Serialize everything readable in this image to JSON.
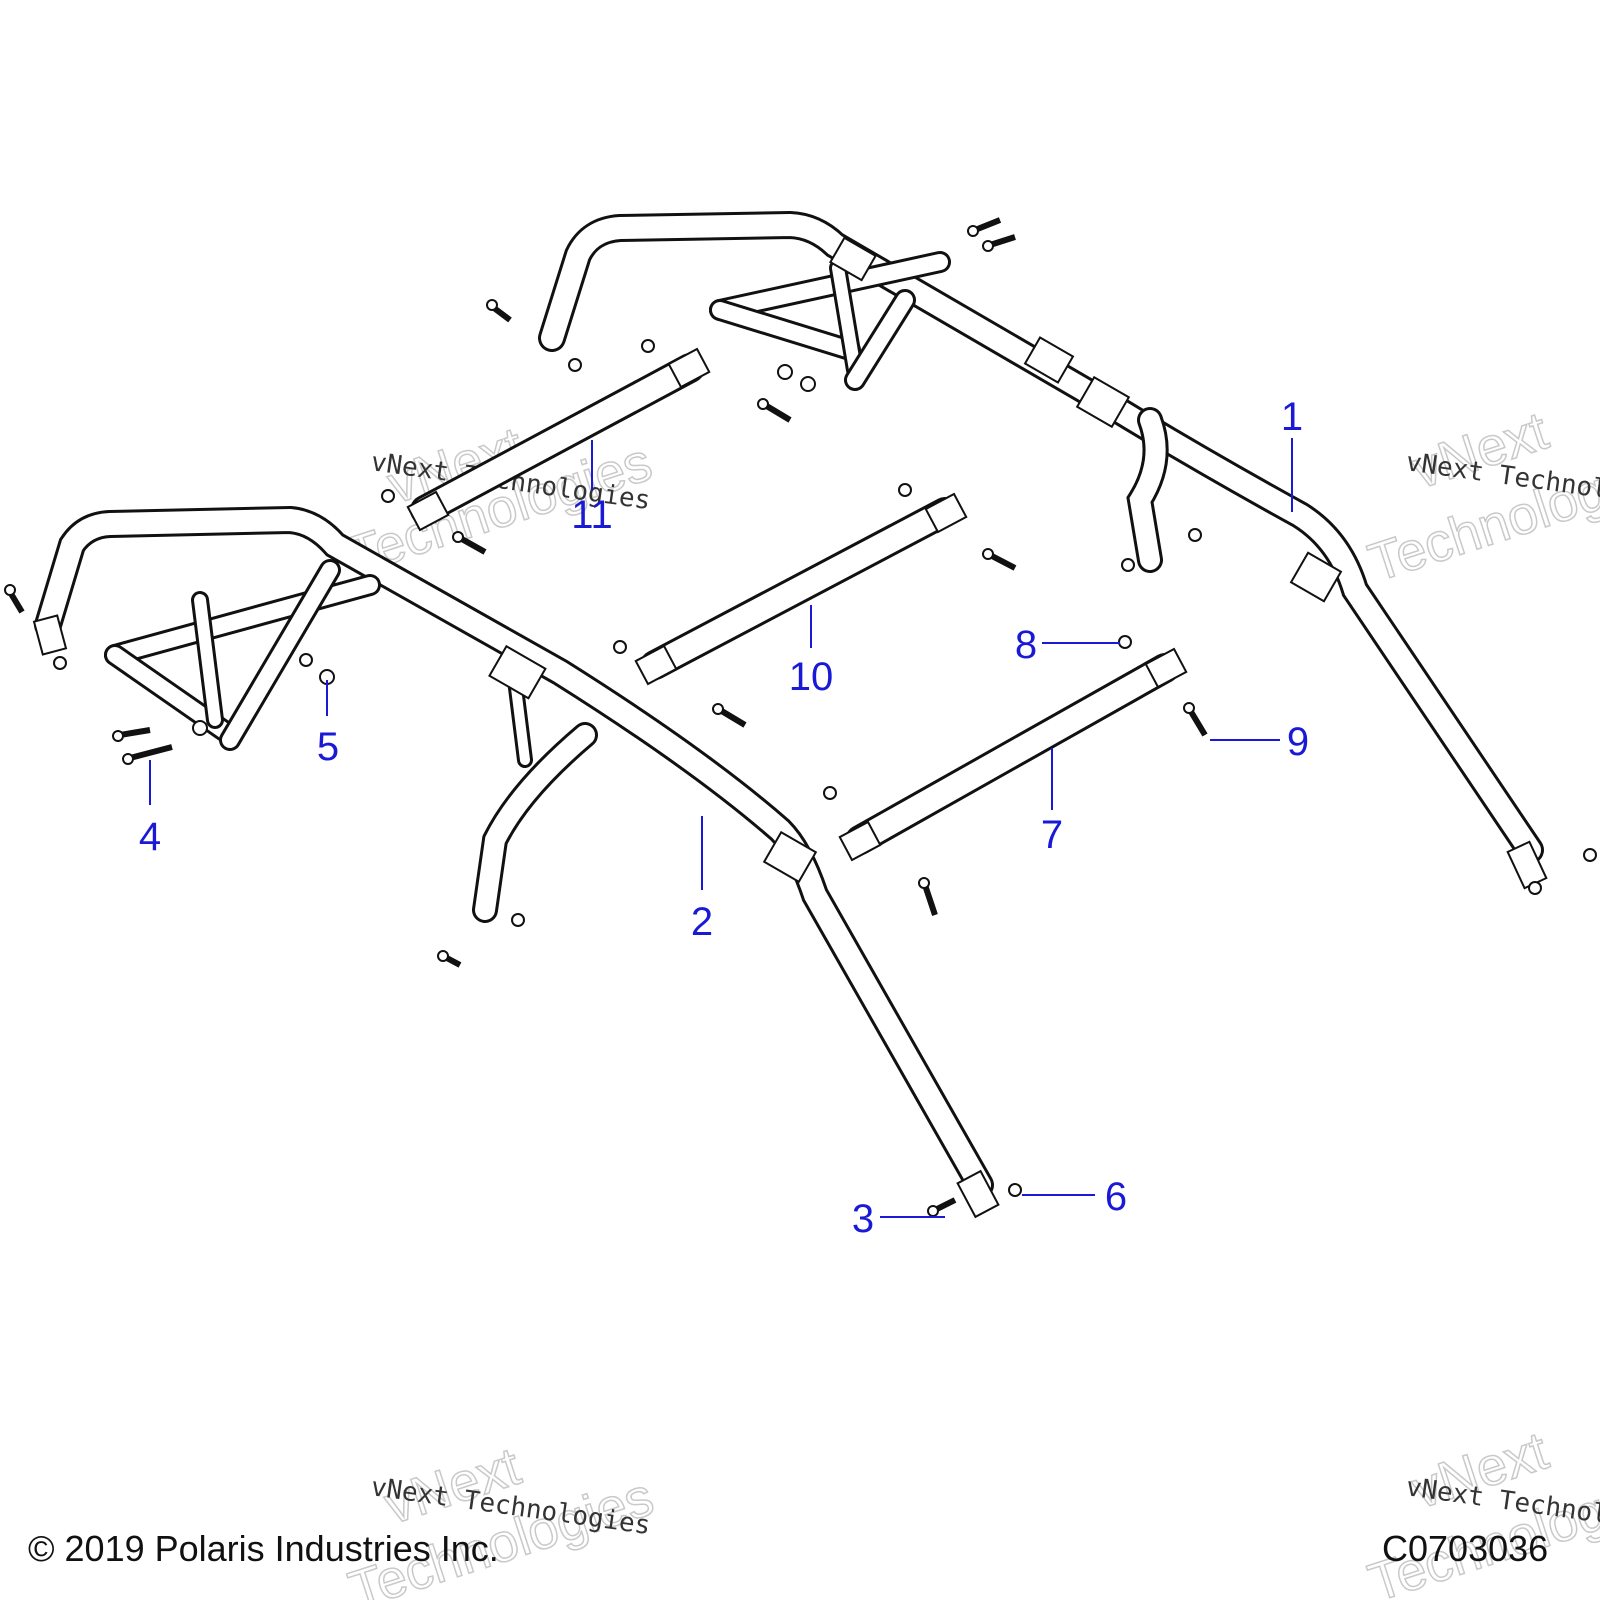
{
  "diagram": {
    "callouts": [
      "1",
      "2",
      "3",
      "4",
      "5",
      "6",
      "7",
      "8",
      "9",
      "10",
      "11"
    ],
    "watermark_line1": "vNext Technologies",
    "watermark_line2": "vNext",
    "watermark_line3": "Technologies",
    "copyright": "© 2019 Polaris Industries Inc.",
    "code": "C0703036",
    "line_color": "#111111",
    "callout_color": "#1a1ad6"
  }
}
